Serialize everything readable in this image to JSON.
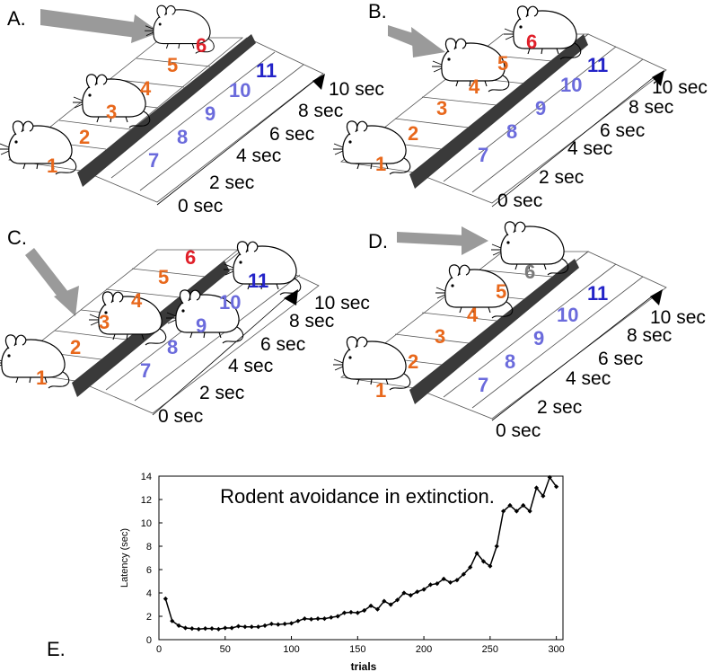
{
  "panels": {
    "a": {
      "label": "A."
    },
    "b": {
      "label": "B."
    },
    "c": {
      "label": "C."
    },
    "d": {
      "label": "D."
    },
    "e": {
      "label": "E."
    }
  },
  "time_labels": [
    "0 sec",
    "2 sec",
    "4 sec",
    "6 sec",
    "8 sec",
    "10 sec"
  ],
  "left_numbers": [
    "1",
    "2",
    "3",
    "4",
    "5",
    "6"
  ],
  "right_numbers": [
    "7",
    "8",
    "9",
    "10",
    "11"
  ],
  "colors": {
    "left_cells": "#e8681c",
    "right_cells": "#6b6bdc",
    "highlight_cell": "#e0202a",
    "far_right_cell": "#2323c8",
    "faded_cell": "#7a7a7a",
    "barrier": "#3a3a3a",
    "arrow": "#9a9a9a",
    "line": "#000000"
  },
  "chart_data": {
    "type": "line",
    "title": "Rodent avoidance in extinction.",
    "xlabel": "trials",
    "ylabel": "Latency (sec)",
    "xlim": [
      0,
      305
    ],
    "ylim": [
      0,
      14
    ],
    "x_ticks": [
      0,
      50,
      100,
      150,
      200,
      250,
      300
    ],
    "y_ticks": [
      0,
      2,
      4,
      6,
      8,
      10,
      12,
      14
    ],
    "grid": false,
    "series": [
      {
        "x": [
          5,
          10,
          15,
          20,
          25,
          30,
          35,
          40,
          45,
          50,
          55,
          60,
          65,
          70,
          75,
          80,
          85,
          90,
          95,
          100,
          105,
          110,
          115,
          120,
          125,
          130,
          135,
          140,
          145,
          150,
          155,
          160,
          165,
          170,
          175,
          180,
          185,
          190,
          195,
          200,
          205,
          210,
          215,
          220,
          225,
          230,
          235,
          240,
          245,
          250,
          255,
          260,
          265,
          270,
          275,
          280,
          285,
          290,
          295,
          300
        ],
        "values": [
          3.5,
          1.6,
          1.2,
          1.0,
          0.95,
          0.9,
          0.95,
          0.95,
          0.9,
          1.0,
          1.0,
          1.15,
          1.1,
          1.1,
          1.1,
          1.2,
          1.35,
          1.3,
          1.35,
          1.4,
          1.6,
          1.8,
          1.75,
          1.8,
          1.8,
          1.9,
          2.0,
          2.3,
          2.35,
          2.3,
          2.5,
          2.9,
          2.6,
          3.3,
          3.0,
          3.4,
          4.0,
          3.8,
          4.1,
          4.3,
          4.7,
          4.8,
          5.2,
          4.9,
          5.1,
          5.6,
          6.2,
          7.4,
          6.7,
          6.3,
          8.0,
          11.0,
          11.5,
          11.0,
          11.5,
          11.0,
          13.0,
          12.3,
          13.9,
          13.1
        ]
      }
    ]
  }
}
